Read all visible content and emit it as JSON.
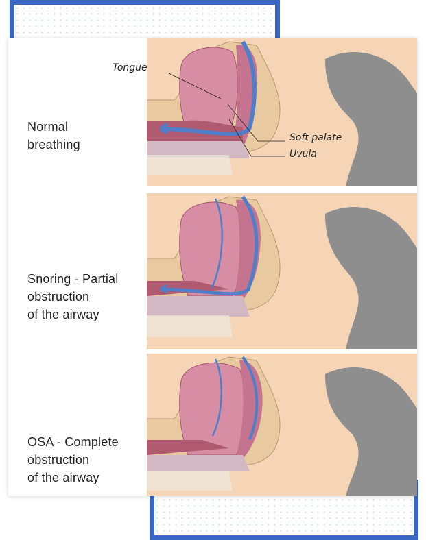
{
  "panels": [
    {
      "lines": [
        "Normal",
        "breathing"
      ]
    },
    {
      "lines": [
        "Snoring - Partial",
        "obstruction",
        "of the airway"
      ]
    },
    {
      "lines": [
        "OSA - Complete",
        "obstruction",
        "of the airway"
      ]
    }
  ],
  "labels": {
    "tongue": "Tongue",
    "soft_palate": "Soft palate",
    "uvula": "Uvula"
  },
  "colors": {
    "frame_blue": "#3a66c4",
    "skin": "#f5d5b5",
    "hair": "#8e8e8e",
    "tissue": "#d78ea4",
    "airflow": "#4f7fc8"
  }
}
